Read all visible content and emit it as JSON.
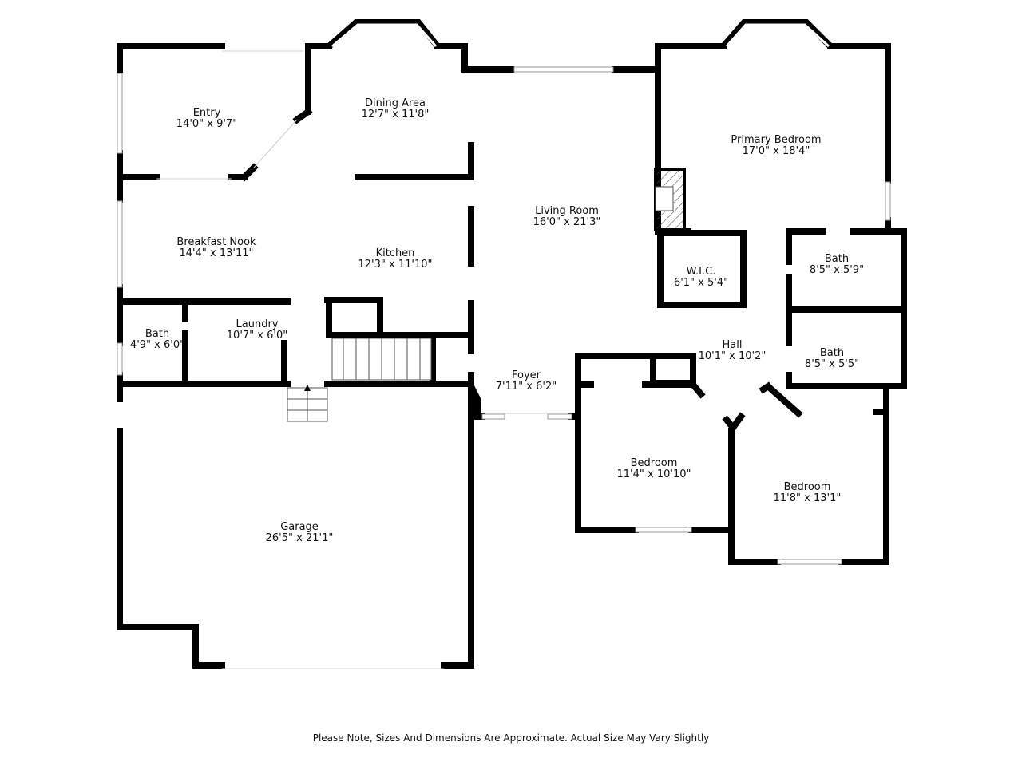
{
  "rooms": {
    "entry": {
      "name": "Entry",
      "size": "14'0\" x 9'7\""
    },
    "dining": {
      "name": "Dining Area",
      "size": "12'7\" x 11'8\""
    },
    "primary": {
      "name": "Primary Bedroom",
      "size": "17'0\" x 18'4\""
    },
    "living": {
      "name": "Living Room",
      "size": "16'0\" x 21'3\""
    },
    "nook": {
      "name": "Breakfast Nook",
      "size": "14'4\" x 13'11\""
    },
    "kitchen": {
      "name": "Kitchen",
      "size": "12'3\" x 11'10\""
    },
    "wic": {
      "name": "W.I.C.",
      "size": "6'1\" x 5'4\""
    },
    "bath_primary": {
      "name": "Bath",
      "size": "8'5\" x 5'9\""
    },
    "bath_half": {
      "name": "Bath",
      "size": "4'9\" x 6'0\""
    },
    "laundry": {
      "name": "Laundry",
      "size": "10'7\" x 6'0\""
    },
    "hall": {
      "name": "Hall",
      "size": "10'1\" x 10'2\""
    },
    "bath_hall": {
      "name": "Bath",
      "size": "8'5\" x 5'5\""
    },
    "foyer": {
      "name": "Foyer",
      "size": "7'11\" x 6'2\""
    },
    "bedroom2": {
      "name": "Bedroom",
      "size": "11'4\" x 10'10\""
    },
    "bedroom3": {
      "name": "Bedroom",
      "size": "11'8\" x 13'1\""
    },
    "garage": {
      "name": "Garage",
      "size": "26'5\" x 21'1\""
    }
  },
  "note": "Please Note, Sizes And Dimensions Are Approximate. Actual Size May Vary Slightly",
  "colors": {
    "wall": "#000000",
    "window": "#9a9a9a",
    "opening": "#d0d0d0"
  }
}
